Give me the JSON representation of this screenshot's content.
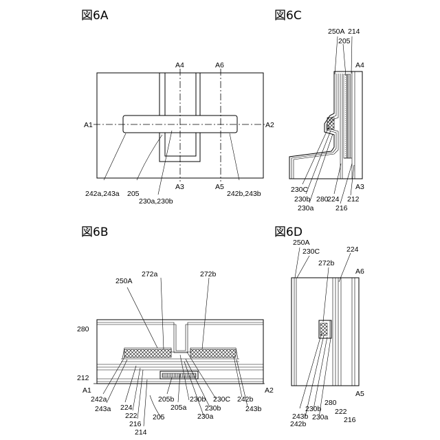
{
  "fig_a": {
    "title": "図6A",
    "labels": {
      "a1": "A1",
      "a2": "A2",
      "a3": "A3",
      "a4": "A4",
      "a5": "A5",
      "a6": "A6",
      "l242a": "242a,243a",
      "l205": "205",
      "l230": "230a,230b",
      "l242b": "242b,243b"
    }
  },
  "fig_b": {
    "title": "図6B",
    "labels": {
      "l250A": "250A",
      "l272a": "272a",
      "l272b": "272b",
      "l280": "280",
      "l212": "212",
      "a1": "A1",
      "a2": "A2",
      "l242a": "242a",
      "l243a": "243a",
      "l224": "224",
      "l222": "222",
      "l216": "216",
      "l214": "214",
      "l205b": "205b",
      "l205a": "205a",
      "l205": "205",
      "l230b_1": "230b",
      "l230C": "230C",
      "l230b_2": "230b",
      "l230a": "230a",
      "l242b": "242b",
      "l243b": "243b"
    }
  },
  "fig_c": {
    "title": "図6C",
    "labels": {
      "l250A": "250A",
      "l214": "214",
      "l205": "205",
      "a4": "A4",
      "a3": "A3",
      "l230C": "230C",
      "l230b": "230b",
      "l230a": "230a",
      "l280": "280",
      "l224": "224",
      "l212": "212",
      "l216": "216"
    }
  },
  "fig_d": {
    "title": "図6D",
    "labels": {
      "l250A": "250A",
      "l230C": "230C",
      "l224": "224",
      "a6": "A6",
      "l272b": "272b",
      "l230b": "230b",
      "l280": "280",
      "l222": "222",
      "a5": "A5",
      "l242b": "242b",
      "l243b": "243b",
      "l230a": "230a",
      "l216": "216"
    }
  }
}
